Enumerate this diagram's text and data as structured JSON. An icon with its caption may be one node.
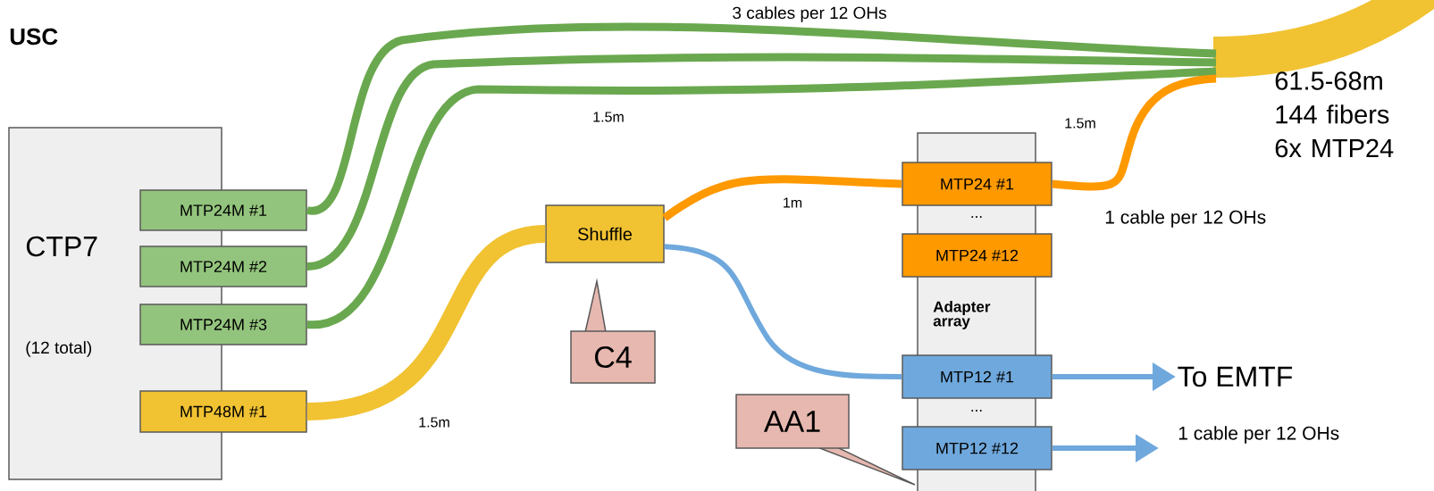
{
  "diagram": {
    "title": "USC",
    "nodes": [
      {
        "text": [
          "CTP7",
          "(12 total)"
        ]
      },
      {
        "text": [
          "MTP24M #1"
        ]
      },
      {
        "text": [
          "MTP24M #2"
        ]
      },
      {
        "text": [
          "MTP24M #3"
        ]
      },
      {
        "text": [
          "MTP48M #1"
        ]
      },
      {
        "text": [
          "Shuffle"
        ]
      },
      {
        "text": [
          "C4"
        ]
      },
      {
        "text": [
          "...",
          "Adapter array",
          "..."
        ]
      },
      {
        "text": [
          "MTP24 #1"
        ]
      },
      {
        "text": [
          "MTP24 #12"
        ]
      },
      {
        "text": [
          "MTP12 #1"
        ]
      },
      {
        "text": [
          "MTP12 #12"
        ]
      },
      {
        "text": [
          "AA1"
        ]
      },
      {
        "text": [
          "To EMTF"
        ]
      }
    ],
    "edges": [
      {
        "from": 1,
        "to": null,
        "arrow": "none",
        "color": "#6aa84f"
      },
      {
        "from": 2,
        "to": null,
        "arrow": "none",
        "color": "#6aa84f"
      },
      {
        "from": 3,
        "to": null,
        "arrow": "none",
        "color": "#6aa84f"
      },
      {
        "from": 4,
        "to": 5,
        "arrow": "none",
        "style": "thick",
        "color": "#f1c232"
      },
      {
        "from": 5,
        "to": 8,
        "arrow": "none",
        "color": "#ff9900"
      },
      {
        "from": 5,
        "to": 10,
        "arrow": "none",
        "color": "#6fa8dc"
      },
      {
        "from": 8,
        "to": null,
        "arrow": "none",
        "color": "#ff9900"
      },
      {
        "from": 10,
        "to": 13,
        "arrow": "to",
        "color": "#6fa8dc"
      },
      {
        "from": 11,
        "to": null,
        "arrow": "to",
        "color": "#6fa8dc"
      }
    ],
    "labels": [
      "3 cables per 12 OHs",
      "61.5-68m 144 fibers 6x MTP24",
      "1.5m",
      "1.5m",
      "1m",
      "1 cable per 12 OHs",
      "1.5m",
      "1 cable per 12 OHs"
    ]
  }
}
